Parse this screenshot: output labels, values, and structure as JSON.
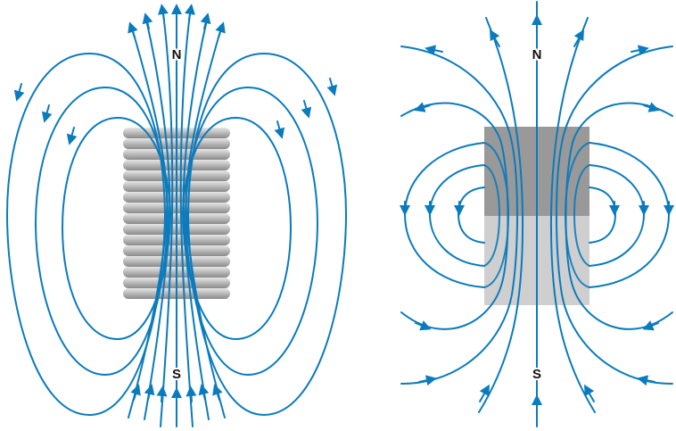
{
  "figure": {
    "left_panel": {
      "subject": "solenoid (current-carrying coil)",
      "north_label": "N",
      "south_label": "S",
      "coil_windings": 16,
      "field_line_color": "#0a7bbd",
      "coil_color": "#b0b0b0"
    },
    "right_panel": {
      "subject": "bar magnet",
      "north_label": "N",
      "south_label": "S",
      "north_half_color": "#999999",
      "south_half_color": "#cfcfcf",
      "field_line_color": "#0a7bbd"
    }
  }
}
